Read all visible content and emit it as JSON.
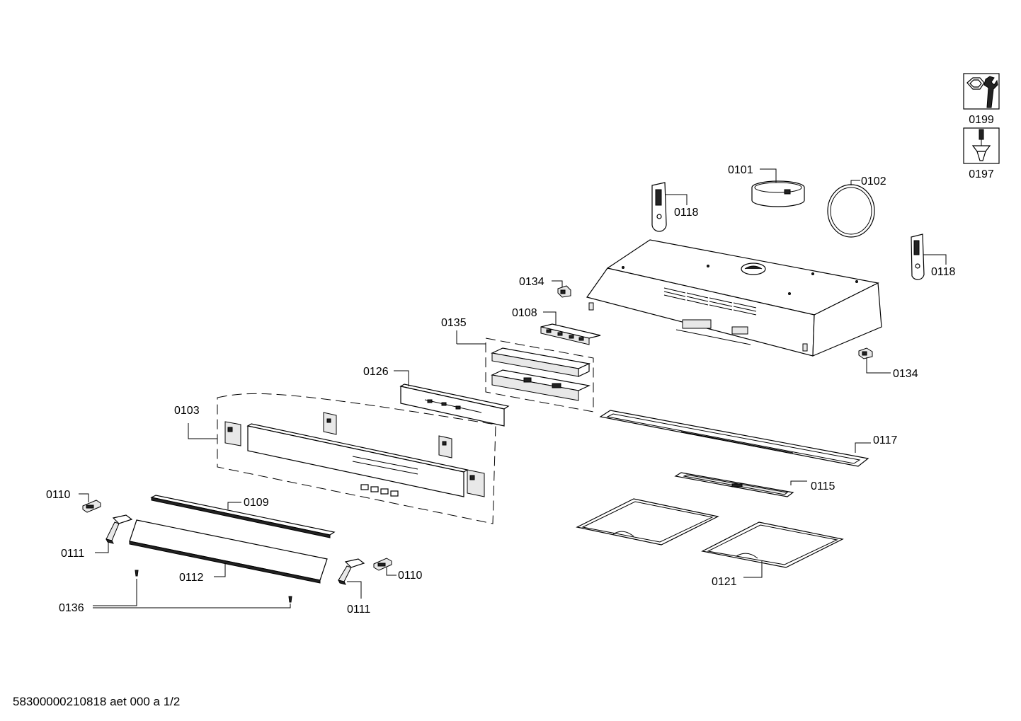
{
  "footer_text": "58300000210818 aet 000 a  1/2",
  "tool_icons": {
    "wrench": {
      "label": "0199",
      "icon": "nut-and-wrench-icon"
    },
    "screwdriver": {
      "label": "0197",
      "icon": "screwdriver-icon"
    }
  },
  "callouts": {
    "c0101": "0101",
    "c0102": "0102",
    "c0118_left": "0118",
    "c0118_right": "0118",
    "c0134_top": "0134",
    "c0134_right": "0134",
    "c0108": "0108",
    "c0135": "0135",
    "c0126": "0126",
    "c0103": "0103",
    "c0117": "0117",
    "c0115": "0115",
    "c0121": "0121",
    "c0110_left": "0110",
    "c0110_right": "0110",
    "c0109": "0109",
    "c0111_left": "0111",
    "c0111_right": "0111",
    "c0112": "0112",
    "c0136": "0136"
  }
}
